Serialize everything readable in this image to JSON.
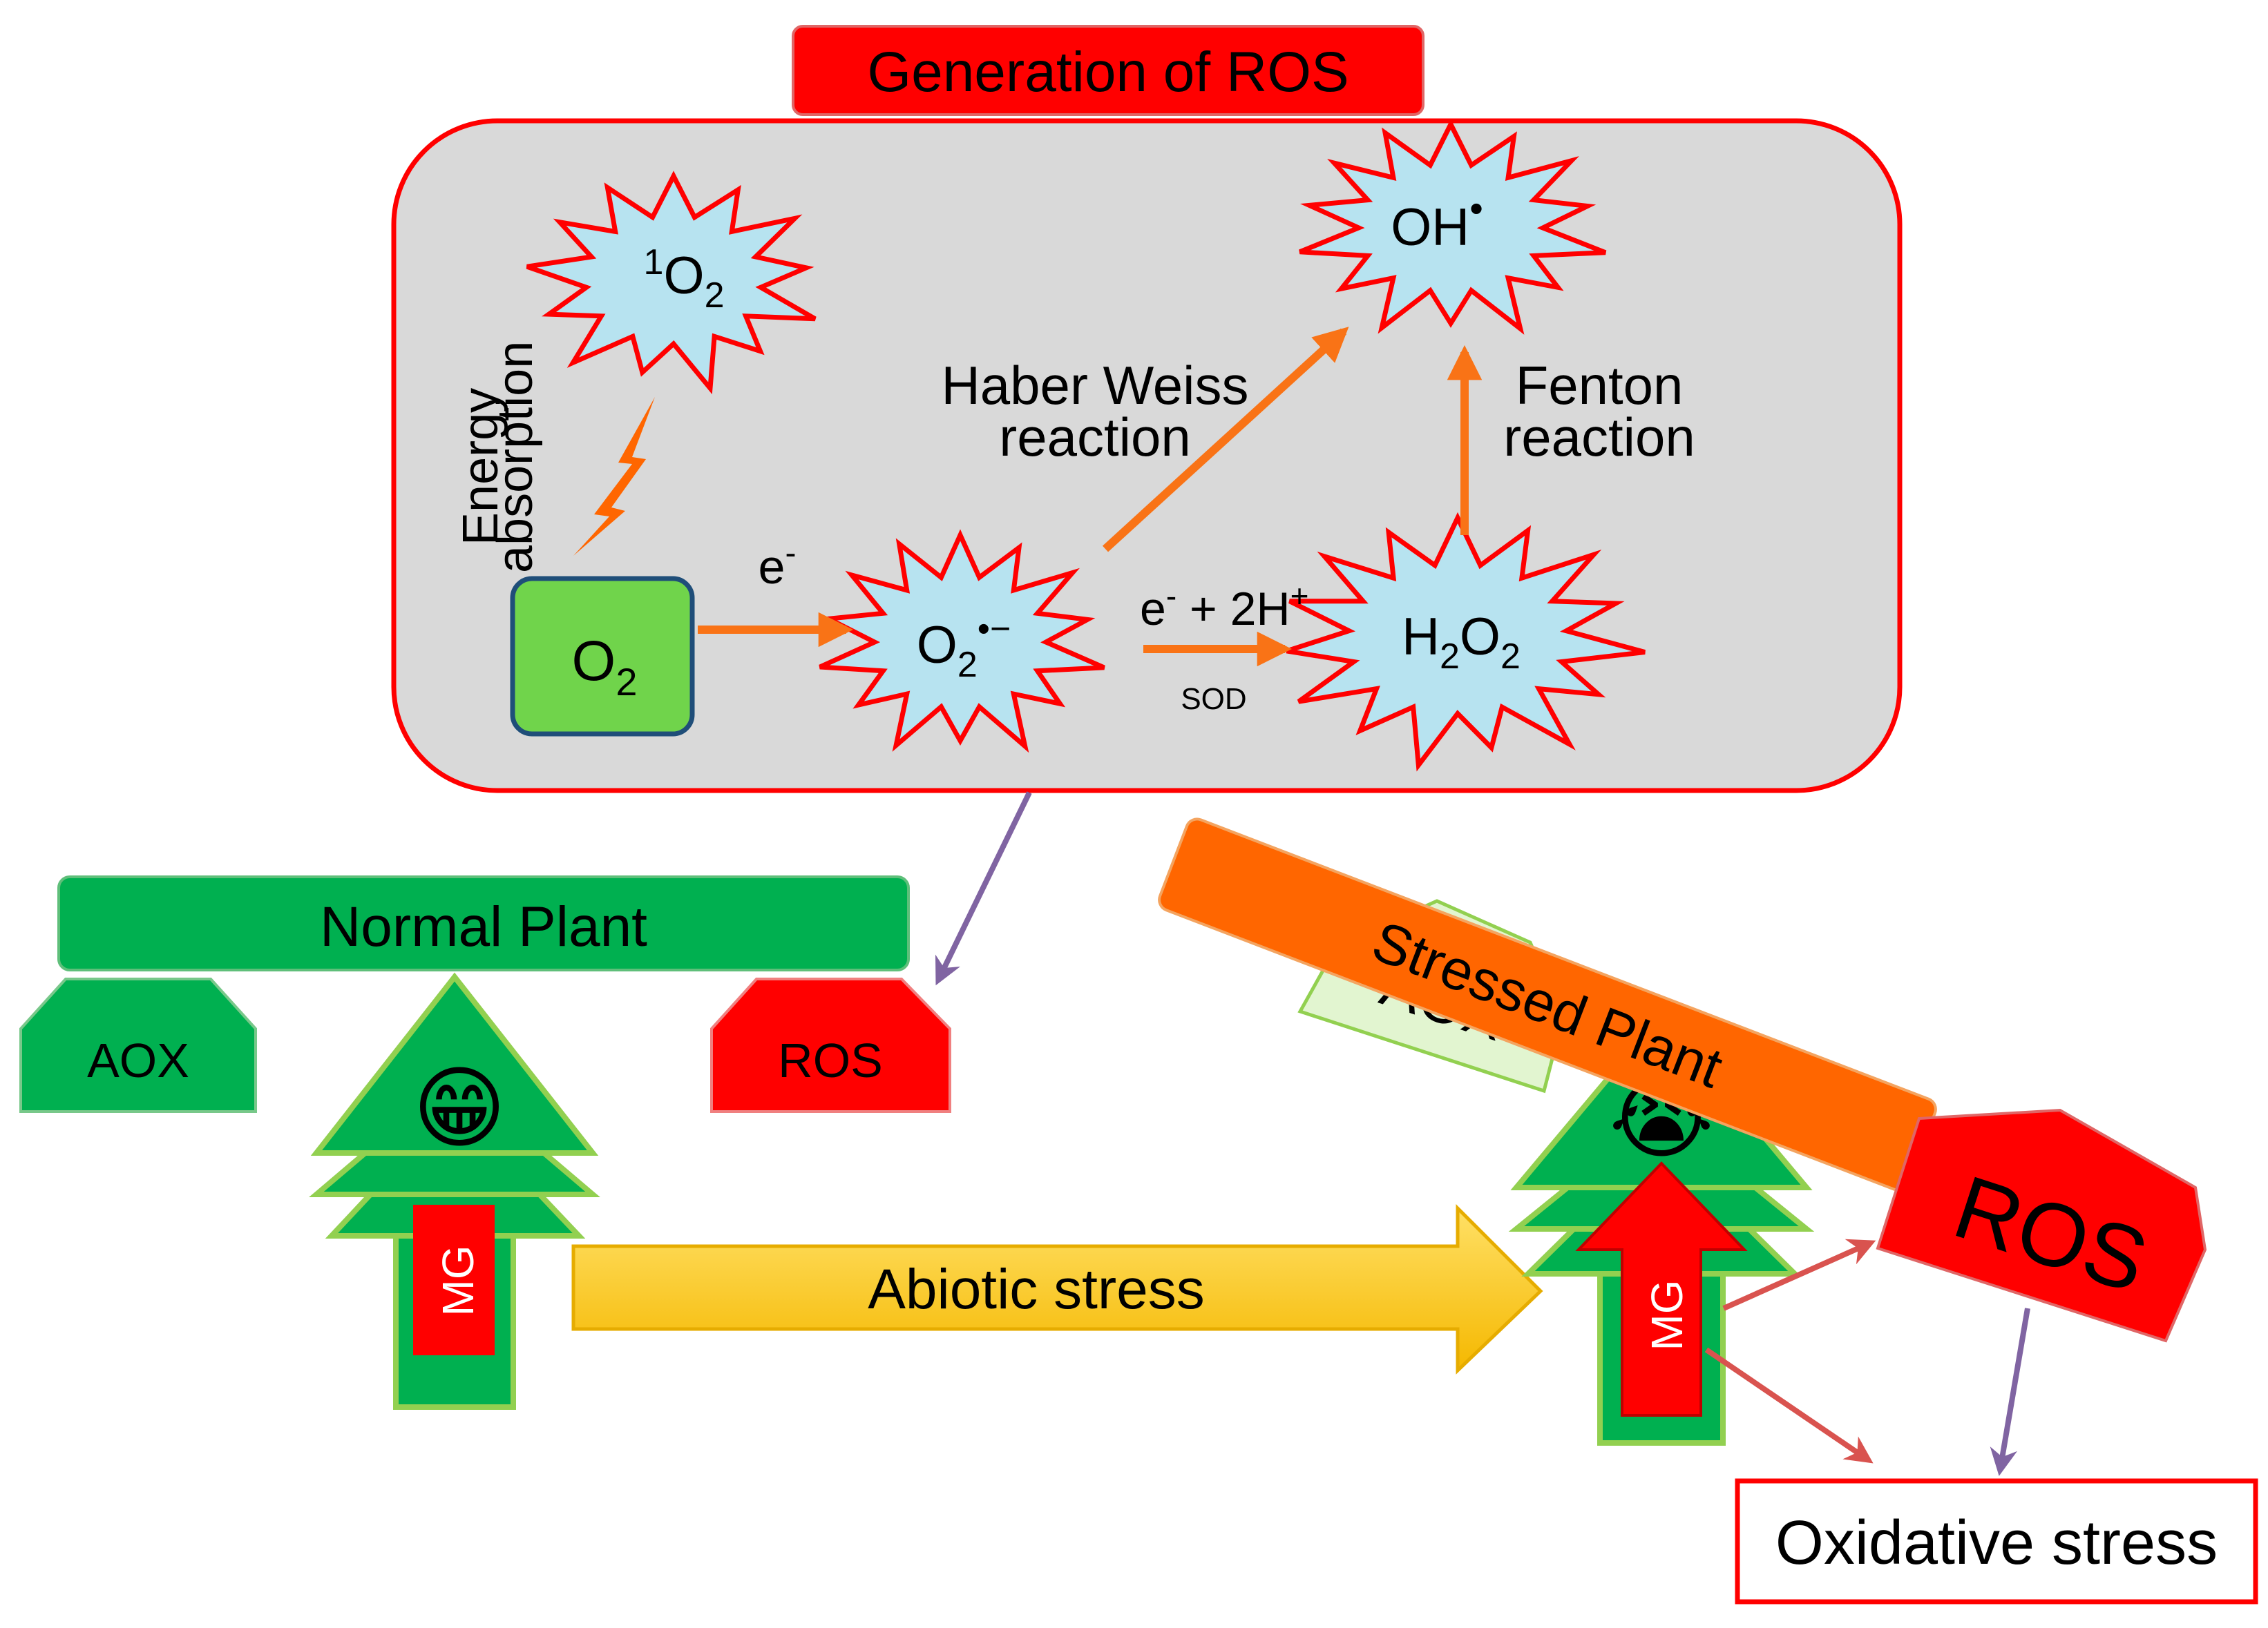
{
  "colors": {
    "red": "#ff0000",
    "green": "#00b050",
    "light_green": "#92d050",
    "pale_green": "#e2f5d0",
    "orange": "#ff6600",
    "arrow_orange": "#f97316",
    "purple": "#8064a2",
    "yellow": "#ffd700",
    "star_fill": "#b7e3f0",
    "box_fill": "#d9d9d9",
    "dark_blue": "#1f4e79"
  },
  "ros_generation": {
    "title": "Generation of ROS",
    "energy_label_line1": "Energy",
    "energy_label_line2": "absorption",
    "o2": "O",
    "o2_sub": "2",
    "singlet_sup": "1",
    "singlet_main": "O",
    "singlet_sub": "2",
    "electron": "e",
    "electron_sup": "-",
    "superoxide_main": "O",
    "superoxide_sub": "2",
    "superoxide_sup": "•−",
    "sod_e": "e",
    "sod_e_sup": "-",
    "sod_plus": " + 2H",
    "sod_h_sup": "+",
    "sod_label": "SOD",
    "h2o2_h": "H",
    "h2o2_sub1": "2",
    "h2o2_o": "O",
    "h2o2_sub2": "2",
    "oh_main": "OH",
    "oh_sup": "•",
    "haber_line1": "Haber Weiss",
    "haber_line2": "reaction",
    "fenton_line1": "Fenton",
    "fenton_line2": "reaction"
  },
  "normal_plant": {
    "title": "Normal Plant",
    "aox": "AOX",
    "ros": "ROS",
    "mg": "MG",
    "emoji": "😁"
  },
  "abiotic_stress": "Abiotic stress",
  "stressed_plant": {
    "title": "Stressed Plant",
    "aox": "AOX",
    "ros": "ROS",
    "mg": "MG",
    "emoji": "😭"
  },
  "oxidative_stress": "Oxidative stress"
}
